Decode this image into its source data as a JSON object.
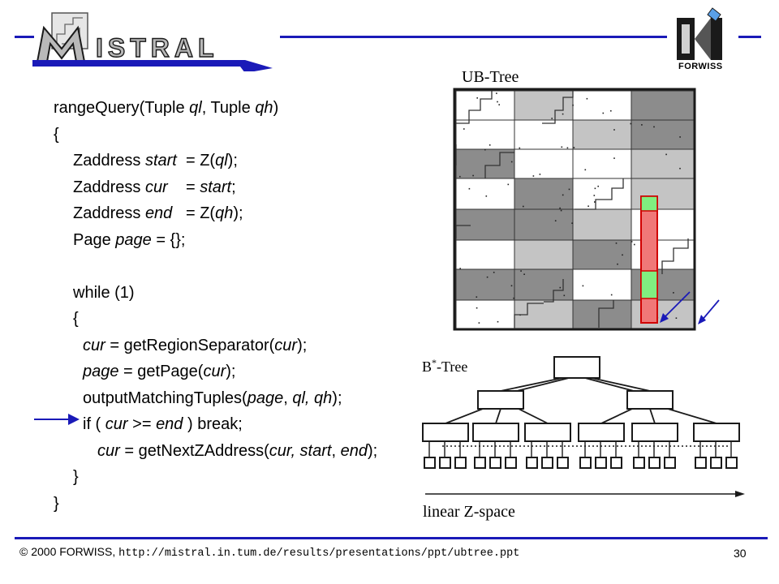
{
  "header": {
    "logo_text": "MISTRAL",
    "org_logo_text": "FORWISS"
  },
  "code": {
    "signature_pre": "rangeQuery(Tuple ",
    "signature_ql": "ql",
    "signature_mid": ", Tuple ",
    "signature_qh": "qh",
    "signature_post": ")",
    "open_brace": "{",
    "lines": [
      {
        "indent": 1,
        "parts": [
          {
            "t": "Zaddress "
          },
          {
            "t": "start",
            "i": true
          },
          {
            "t": "  = Z("
          },
          {
            "t": "ql",
            "i": true
          },
          {
            "t": ");"
          }
        ]
      },
      {
        "indent": 1,
        "parts": [
          {
            "t": "Zaddress "
          },
          {
            "t": "cur",
            "i": true
          },
          {
            "t": "    = "
          },
          {
            "t": "start",
            "i": true
          },
          {
            "t": ";"
          }
        ]
      },
      {
        "indent": 1,
        "parts": [
          {
            "t": "Zaddress "
          },
          {
            "t": "end",
            "i": true
          },
          {
            "t": "   = Z("
          },
          {
            "t": "qh",
            "i": true
          },
          {
            "t": ");"
          }
        ]
      },
      {
        "indent": 1,
        "parts": [
          {
            "t": "Page "
          },
          {
            "t": "page",
            "i": true
          },
          {
            "t": " = {};"
          }
        ]
      },
      {
        "indent": 0,
        "parts": []
      },
      {
        "indent": 1,
        "parts": [
          {
            "t": "while (1)"
          }
        ]
      },
      {
        "indent": 1,
        "parts": [
          {
            "t": "{"
          }
        ]
      },
      {
        "indent": 2,
        "parts": [
          {
            "t": "cur",
            "i": true
          },
          {
            "t": " = getRegionSeparator("
          },
          {
            "t": "cur",
            "i": true
          },
          {
            "t": ");"
          }
        ]
      },
      {
        "indent": 2,
        "parts": [
          {
            "t": "page",
            "i": true
          },
          {
            "t": " = getPage("
          },
          {
            "t": "cur",
            "i": true
          },
          {
            "t": ");"
          }
        ]
      },
      {
        "indent": 2,
        "parts": [
          {
            "t": "outputMatchingTuples("
          },
          {
            "t": "page",
            "i": true
          },
          {
            "t": ", "
          },
          {
            "t": "ql, qh",
            "i": true
          },
          {
            "t": ");"
          }
        ]
      },
      {
        "indent": 2,
        "parts": [
          {
            "t": "if ( "
          },
          {
            "t": "cur",
            "i": true
          },
          {
            "t": " >= "
          },
          {
            "t": "end",
            "i": true
          },
          {
            "t": " ) break;"
          }
        ]
      },
      {
        "indent": 3,
        "parts": [
          {
            "t": "cur",
            "i": true
          },
          {
            "t": " = getNextZAddress("
          },
          {
            "t": "cur, start",
            "i": true
          },
          {
            "t": ", "
          },
          {
            "t": "end",
            "i": true
          },
          {
            "t": ");"
          }
        ]
      },
      {
        "indent": 1,
        "parts": [
          {
            "t": "}"
          }
        ]
      }
    ],
    "close_brace": "}"
  },
  "diagram": {
    "ub_tree_label": "UB-Tree",
    "btree_label_pre": "B",
    "btree_label_sup": "*",
    "btree_label_post": "-Tree",
    "zspace_label": "linear Z-space",
    "colors": {
      "dark": "#8c8c8c",
      "light": "#c4c4c4",
      "white": "#ffffff",
      "query_red": "#f07878",
      "query_green": "#80ee80",
      "arrow_blue": "#1a1ab8"
    }
  },
  "footer": {
    "copyright": "© 2000 FORWISS, ",
    "url": "http://mistral.in.tum.de/results/presentations/ppt/ubtree.ppt",
    "page_number": "30"
  }
}
